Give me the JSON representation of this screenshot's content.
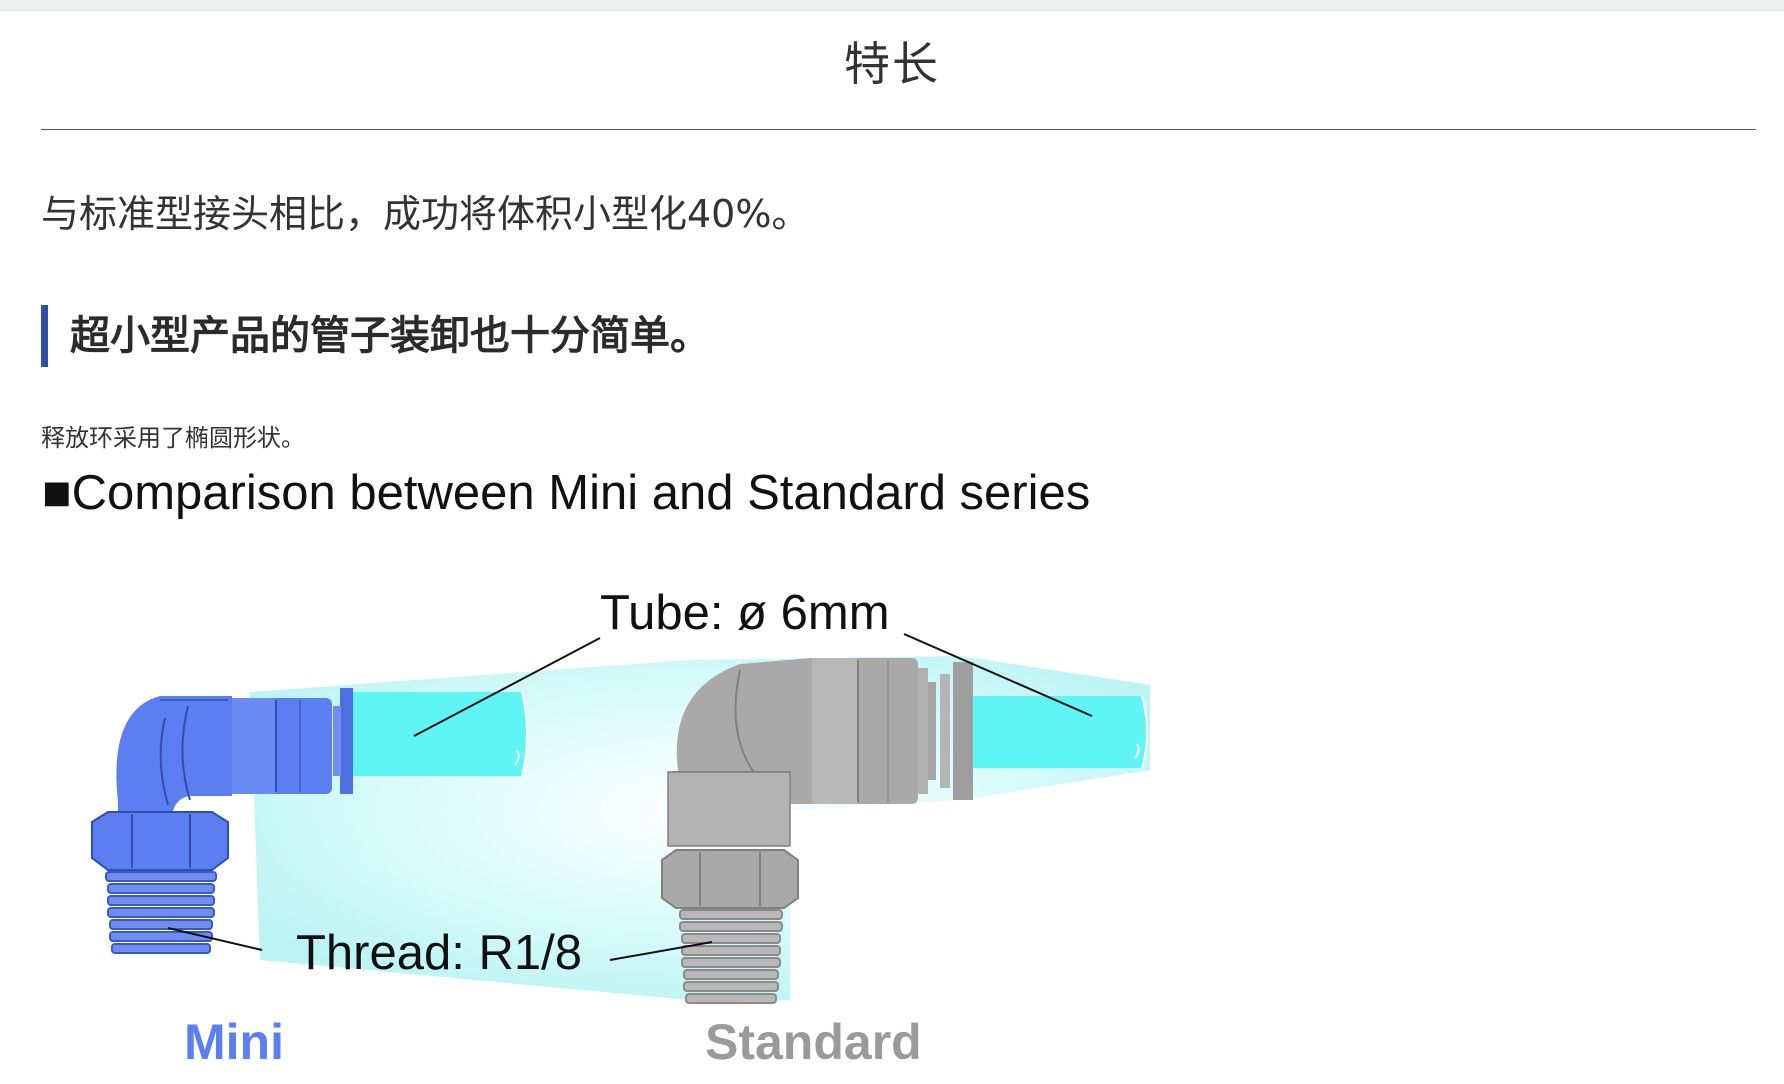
{
  "page": {
    "title": "特长",
    "intro": "与标准型接头相比，成功将体积小型化40%。",
    "sub_heading": "超小型产品的管子装卸也十分简单。",
    "note": "释放环采用了椭圆形状。"
  },
  "figure": {
    "heading": "■Comparison between Mini and Standard series",
    "tube_label": "Tube: ø 6mm",
    "thread_label": "Thread: R1/8",
    "mini_label": "Mini",
    "standard_label": "Standard",
    "colors": {
      "mini": "#5b7ff0",
      "standard": "#a9a9a9",
      "tube": "#5ff5f5",
      "highlight": "#c9f7f7",
      "mini_label": "#5b7ff0",
      "standard_label": "#9a9a9a"
    }
  }
}
